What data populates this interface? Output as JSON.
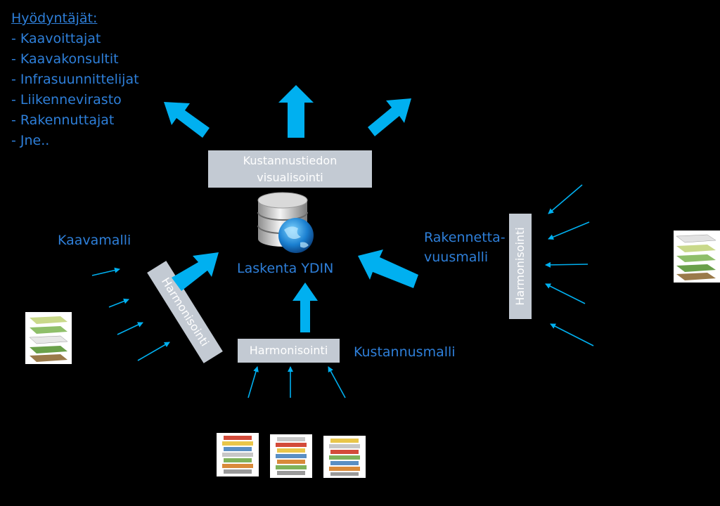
{
  "beneficiaries": {
    "title": "Hyödyntäjät:",
    "items": [
      "- Kaavoittajat",
      "- Kaavakonsultit",
      "- Infrasuunnittelijat",
      "- Liikennevirasto",
      "- Rakennuttajat",
      " - Jne.."
    ]
  },
  "visualization_box": {
    "line1": "Kustannustiedon",
    "line2": "visualisointi"
  },
  "core_label": "Laskenta YDIN",
  "harmonization_label": "Harmonisointi",
  "models": {
    "plan": "Kaavamalli",
    "build_1": "Rakennetta-",
    "build_2": "vuusmalli",
    "cost": "Kustannusmalli"
  },
  "colors": {
    "arrow": "#00b0f0",
    "text": "#2e7fd9",
    "box": "#c3cad3",
    "background": "#000000"
  },
  "icons": [
    "database-globe-icon",
    "map-layers-icon",
    "document-stack-icon"
  ]
}
